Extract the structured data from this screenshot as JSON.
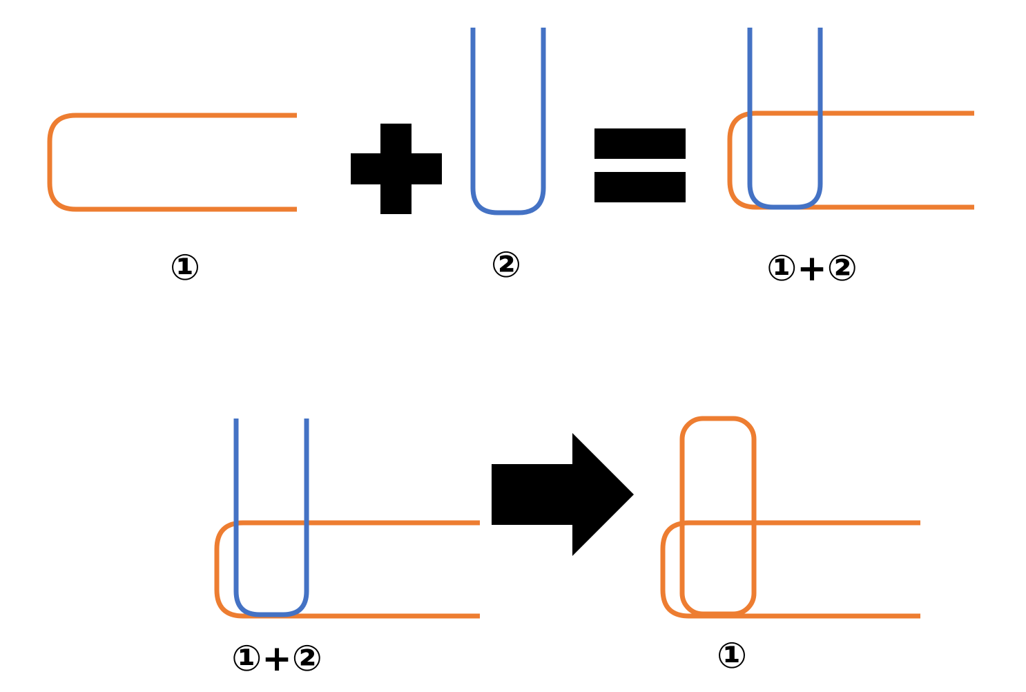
{
  "colors": {
    "piece_1": "#ED7D31",
    "piece_2": "#4472C4",
    "symbols": "#000000",
    "background": "#FFFFFF"
  },
  "labels": {
    "piece_one": "①",
    "piece_two": "②",
    "combined_top": "①+②",
    "combined_bottom": "①+②",
    "result": "①"
  },
  "icons": {
    "plus": "plus-icon",
    "equals": "equals-icon",
    "arrow": "arrow-right-icon"
  }
}
